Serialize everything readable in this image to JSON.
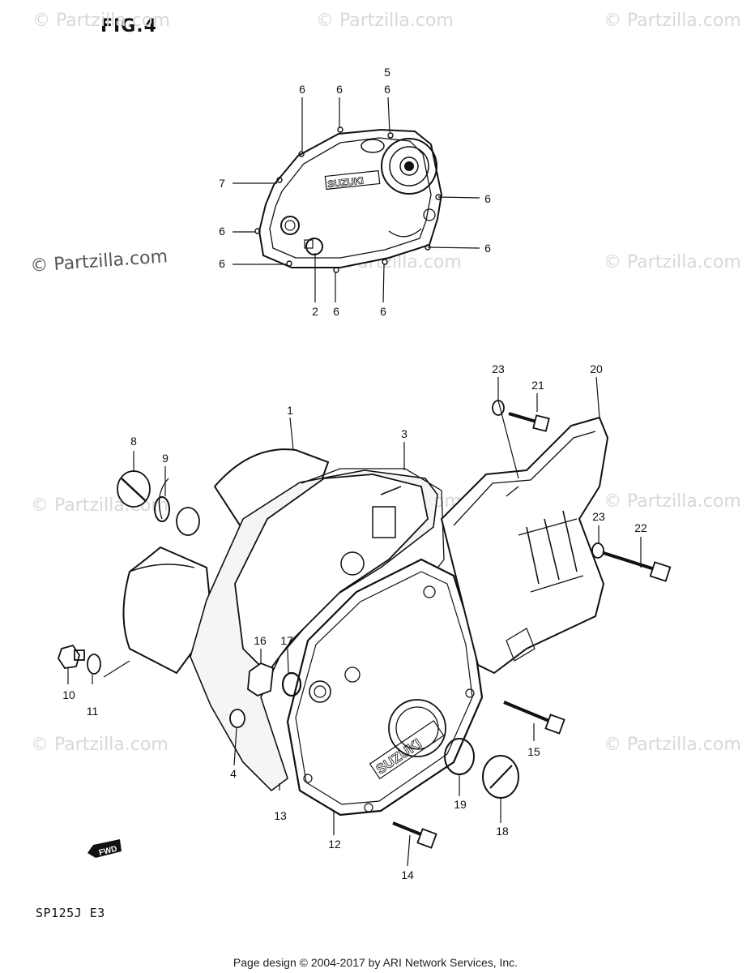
{
  "figure": {
    "title": "FIG.4",
    "model_code": "SP125J  E3"
  },
  "watermark": {
    "text": "© Partzilla.com"
  },
  "footer": {
    "text": "Page design © 2004-2017 by ARI Network Services, Inc."
  },
  "logos": {
    "upper_cover": "SUZUKI",
    "lower_cover": "SUZUKI"
  },
  "direction_badge": {
    "text": "FWD"
  },
  "callouts": [
    "5",
    "6",
    "6",
    "6",
    "7",
    "6",
    "6",
    "6",
    "6",
    "2",
    "6",
    "6",
    "23",
    "21",
    "20",
    "1",
    "3",
    "8",
    "9",
    "23",
    "22",
    "16",
    "17",
    "10",
    "11",
    "15",
    "4",
    "13",
    "12",
    "19",
    "18",
    "14"
  ],
  "colors": {
    "ink": "#111111",
    "watermark": "#d8d8d8"
  }
}
